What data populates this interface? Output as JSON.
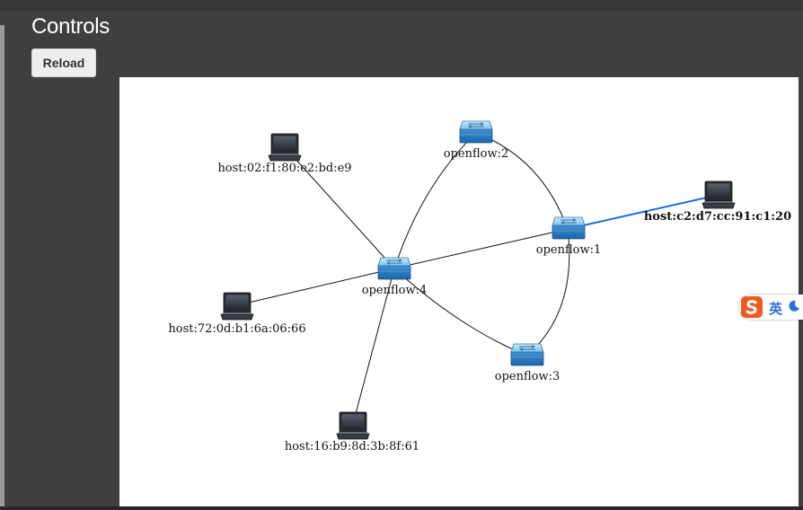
{
  "page": {
    "title": "Controls"
  },
  "controls": {
    "reload_label": "Reload"
  },
  "colors": {
    "selected_link": "#1a6fe0",
    "link": "#111111",
    "ime_logo": "#ee5a24",
    "ime_text": "#2a6fd6"
  },
  "topology": {
    "nodes": [
      {
        "id": "h1",
        "label": "host:02:f1:80:e2:bd:e9",
        "type": "host",
        "icon": "laptop-icon"
      },
      {
        "id": "s2",
        "label": "openflow:2",
        "type": "switch",
        "icon": "switch-icon"
      },
      {
        "id": "s1",
        "label": "openflow:1",
        "type": "switch",
        "icon": "switch-icon"
      },
      {
        "id": "h2",
        "label": "host:c2:d7:cc:91:c1:20",
        "type": "host",
        "icon": "laptop-icon",
        "selected": true
      },
      {
        "id": "s4",
        "label": "openflow:4",
        "type": "switch",
        "icon": "switch-icon"
      },
      {
        "id": "h3",
        "label": "host:72:0d:b1:6a:06:66",
        "type": "host",
        "icon": "laptop-icon"
      },
      {
        "id": "s3",
        "label": "openflow:3",
        "type": "switch",
        "icon": "switch-icon"
      },
      {
        "id": "h4",
        "label": "host:16:b9:8d:3b:8f:61",
        "type": "host",
        "icon": "laptop-icon"
      }
    ],
    "links": [
      {
        "source": "s4",
        "target": "h1"
      },
      {
        "source": "s4",
        "target": "s2"
      },
      {
        "source": "s4",
        "target": "s1"
      },
      {
        "source": "s4",
        "target": "h3"
      },
      {
        "source": "s4",
        "target": "s3"
      },
      {
        "source": "s4",
        "target": "h4"
      },
      {
        "source": "s2",
        "target": "s1"
      },
      {
        "source": "s1",
        "target": "s3"
      },
      {
        "source": "s1",
        "target": "h2",
        "selected": true
      }
    ]
  },
  "ime": {
    "text": "英",
    "logo": "sogou-logo-icon",
    "mode_icon": "moon-icon"
  }
}
